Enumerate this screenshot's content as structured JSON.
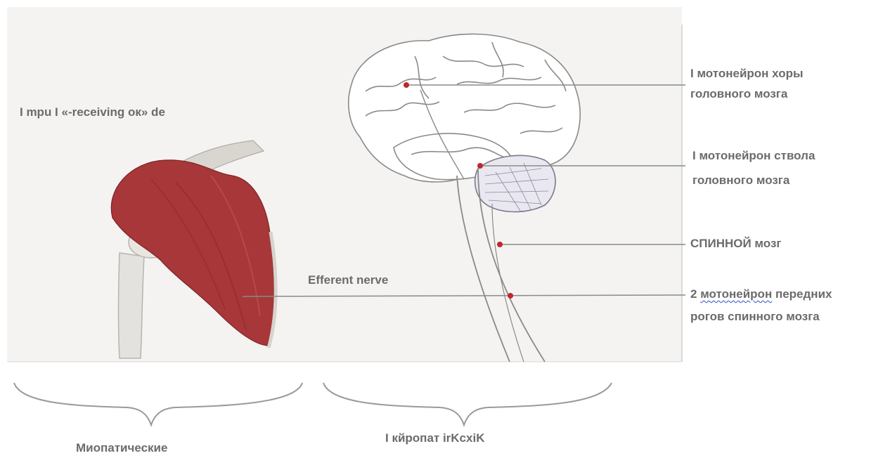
{
  "labels": {
    "top_left": "I mpu I «-receiving ок» de",
    "efferent": "Efferent nerve",
    "cortex_line1": "I мотонейрон хоры",
    "cortex_line2": "головного мозга",
    "brainstem_line1": "I мотонейрон ствола",
    "brainstem_line2": "головного мозга",
    "spinal_cord": "СПИННОЙ мозг",
    "anterior_horn_prefix": "2",
    "anterior_horn_squiggle": "мотонейрон",
    "anterior_horn_rest": " передних",
    "anterior_horn_line2": "рогов спинного мозга",
    "bottom_left": "Миопатические",
    "bottom_right": "I кйропат irKcxiK"
  },
  "colors": {
    "background_panel": "#f4f3f1",
    "muscle": "#a8373a",
    "outline": "#8a8a8a",
    "marker": "#c1272d",
    "text": "#6b6b6b",
    "spell_underline": "#2b4fd6"
  },
  "icons": [
    "shoulder-muscle-illustration",
    "brain-illustration",
    "spinal-cord-illustration"
  ]
}
